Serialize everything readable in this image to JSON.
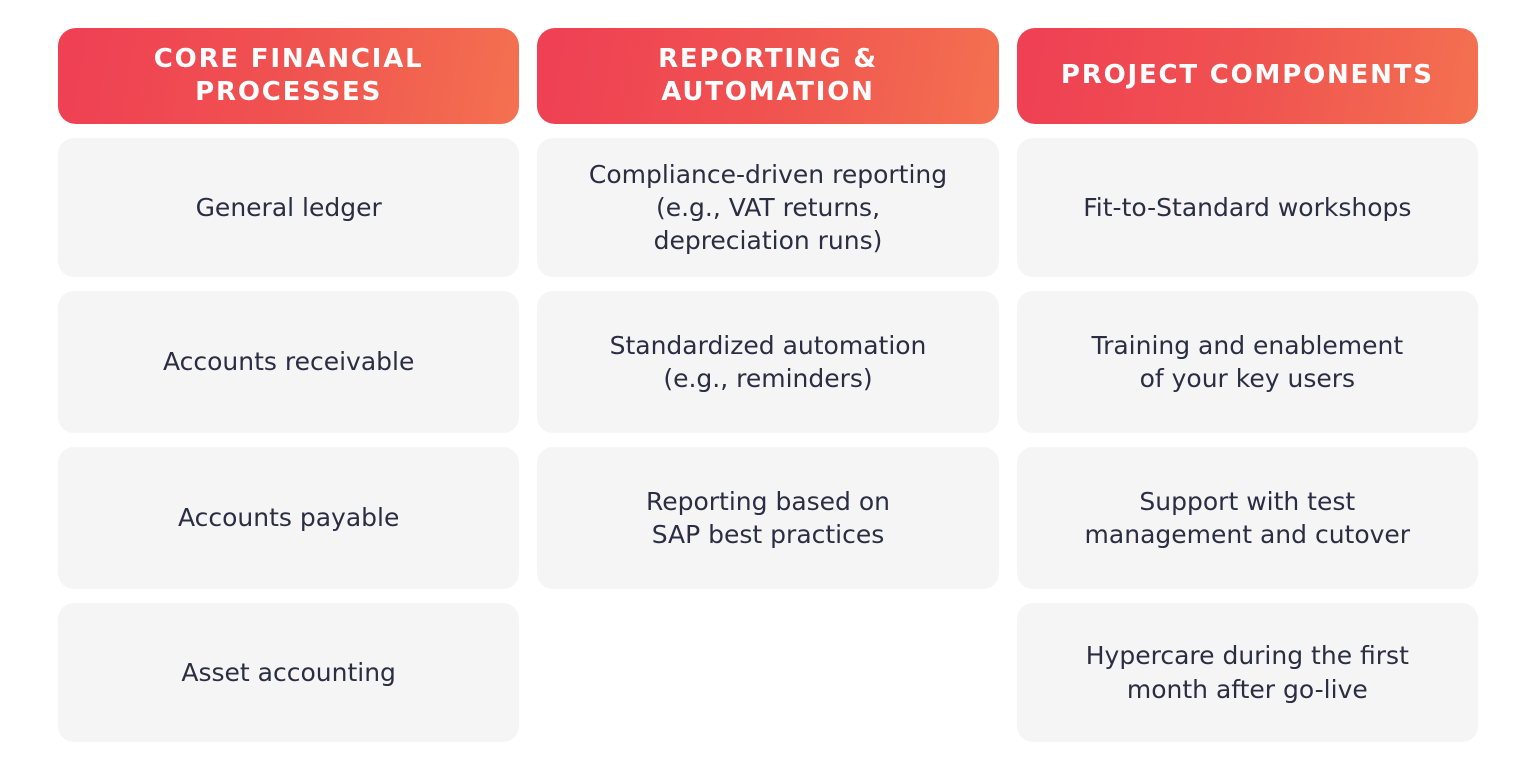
{
  "theme": {
    "page_background": "#ffffff",
    "header_gradient_start": "#ef3f54",
    "header_gradient_end": "#f47150",
    "header_text_color": "#ffffff",
    "card_background": "#f5f5f6",
    "card_text_color": "#2b2d42"
  },
  "columns": [
    {
      "header": "CORE FINANCIAL PROCESSES",
      "header_lines": 2,
      "items": [
        "General ledger",
        "Accounts receivable",
        "Accounts payable",
        "Asset accounting"
      ]
    },
    {
      "header": "REPORTING & AUTOMATION",
      "header_lines": 2,
      "items": [
        "Compliance-driven reporting\n(e.g., VAT returns,\ndepreciation runs)",
        "Standardized automation\n(e.g., reminders)",
        "Reporting based on\nSAP best practices",
        ""
      ]
    },
    {
      "header": "PROJECT COMPONENTS",
      "header_lines": 1,
      "items": [
        "Fit-to-Standard workshops",
        "Training and enablement\nof your key users",
        "Support with test\nmanagement and cutover",
        "Hypercare during the first\nmonth after go-live"
      ]
    }
  ]
}
